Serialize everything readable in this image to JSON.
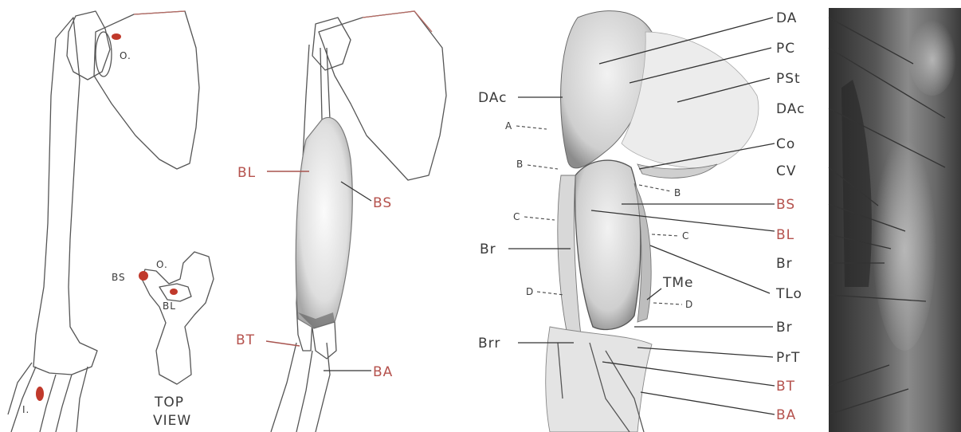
{
  "panel_a": {
    "labels": {
      "origin_upper": "O.",
      "origin_top_view": "O.",
      "insertion": "I.",
      "bs": "BS",
      "bl": "BL",
      "top": "TOP",
      "view": "VIEW"
    }
  },
  "panel_b": {
    "labels": {
      "bl": "BL",
      "bs": "BS",
      "bt": "BT",
      "ba": "BA"
    }
  },
  "panel_c": {
    "left_labels": {
      "dac": "DAc",
      "a": "A",
      "b": "B",
      "c": "C",
      "br": "Br",
      "d": "D",
      "brr": "Brr"
    },
    "inner_labels": {
      "b": "B",
      "c": "C",
      "tme": "TMe",
      "d": "D"
    },
    "right_labels": [
      {
        "text": "DA",
        "color": "dark"
      },
      {
        "text": "PC",
        "color": "dark"
      },
      {
        "text": "PSt",
        "color": "dark"
      },
      {
        "text": "DAc",
        "color": "dark"
      },
      {
        "text": "Co",
        "color": "dark"
      },
      {
        "text": "CV",
        "color": "dark"
      },
      {
        "text": "BS",
        "color": "red"
      },
      {
        "text": "BL",
        "color": "red"
      },
      {
        "text": "Br",
        "color": "dark"
      },
      {
        "text": "TLo",
        "color": "dark"
      },
      {
        "text": "Br",
        "color": "dark"
      },
      {
        "text": "PrT",
        "color": "dark"
      },
      {
        "text": "BT",
        "color": "red"
      },
      {
        "text": "BA",
        "color": "red"
      }
    ]
  },
  "colors": {
    "label_dark": "#3a3a3a",
    "label_red": "#b5524d",
    "attachment_red": "#c0392b",
    "photo_dark": "#3c3c3c"
  }
}
